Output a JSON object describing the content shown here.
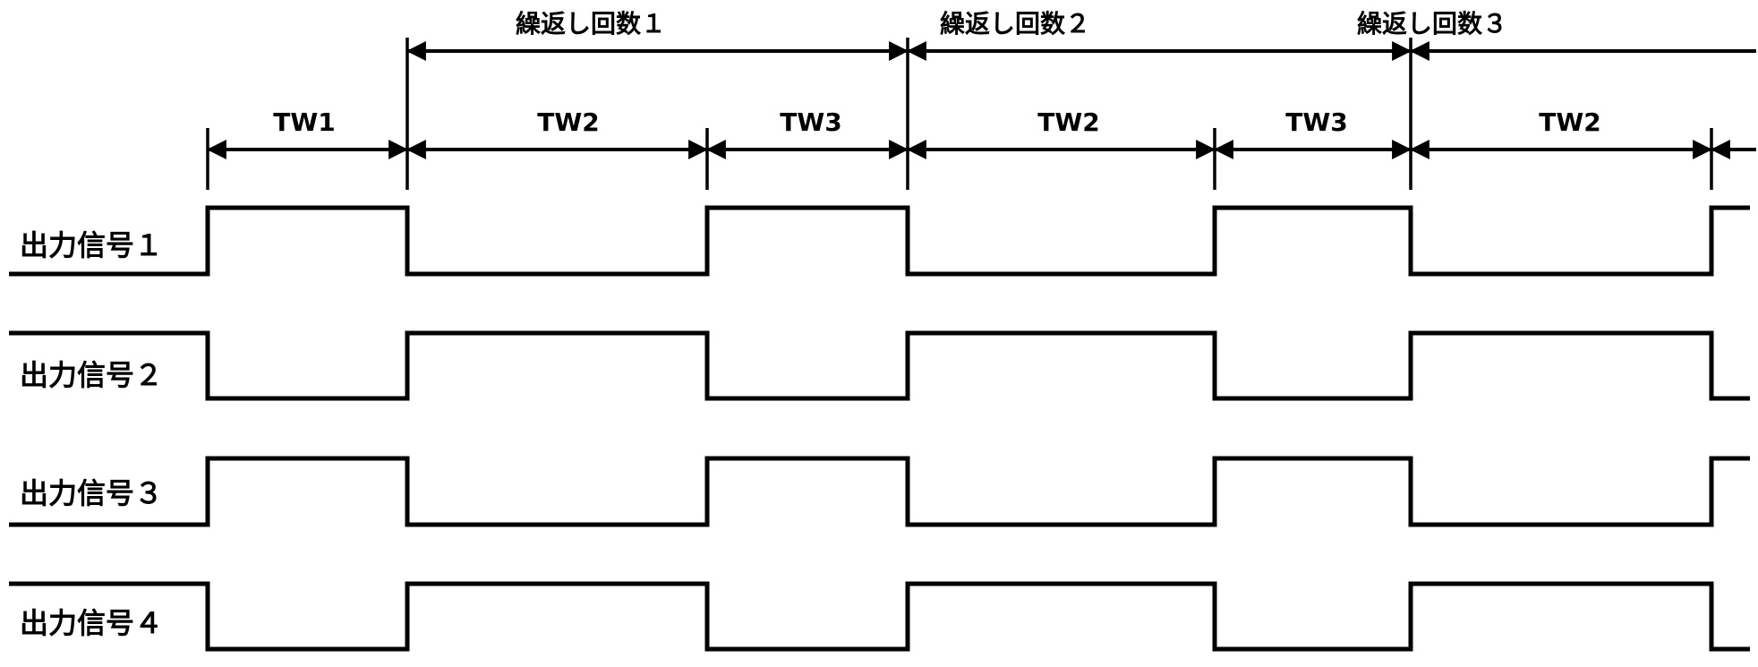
{
  "diagram": {
    "repetitions": [
      {
        "label": "繰返し回数１"
      },
      {
        "label": "繰返し回数２"
      },
      {
        "label": "繰返し回数３"
      }
    ],
    "segments": [
      "TW1",
      "TW2",
      "TW3",
      "TW2",
      "TW3",
      "TW2"
    ],
    "signals": [
      {
        "label": "出力信号１",
        "levels": [
          0,
          1,
          0,
          1,
          0,
          1,
          0,
          1
        ]
      },
      {
        "label": "出力信号２",
        "levels": [
          1,
          0,
          1,
          0,
          1,
          0,
          1,
          0
        ]
      },
      {
        "label": "出力信号３",
        "levels": [
          0,
          1,
          0,
          1,
          0,
          1,
          0,
          1
        ]
      },
      {
        "label": "出力信号４",
        "levels": [
          1,
          0,
          1,
          0,
          1,
          0,
          1,
          0
        ]
      }
    ],
    "colors": {
      "line": "#000000",
      "background": "#ffffff"
    }
  }
}
